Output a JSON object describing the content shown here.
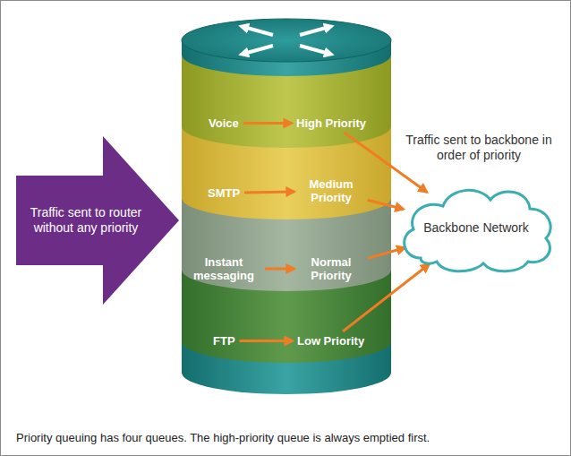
{
  "diagram": {
    "caption": "Priority queuing has four queues. The high-priority queue is always emptied first.",
    "nodes": [
      {
        "text": [
          "Traffic sent to router without any priority"
        ]
      },
      {
        "text": [
          "Voice"
        ]
      },
      {
        "text": [
          "High Priority"
        ]
      },
      {
        "text": [
          "SMTP"
        ]
      },
      {
        "text": [
          "Medium Priority"
        ]
      },
      {
        "text": [
          "Instant messaging"
        ]
      },
      {
        "text": [
          "Normal Priority"
        ]
      },
      {
        "text": [
          "FTP"
        ]
      },
      {
        "text": [
          "Low Priority"
        ]
      },
      {
        "text": [
          "Backbone Network"
        ]
      }
    ],
    "edges": [
      {
        "from": 1,
        "to": 2,
        "arrow": "to"
      },
      {
        "from": 3,
        "to": 4,
        "arrow": "to"
      },
      {
        "from": 5,
        "to": 6,
        "arrow": "to"
      },
      {
        "from": 7,
        "to": 8,
        "arrow": "to"
      },
      {
        "from": 2,
        "to": 9,
        "arrow": "to"
      },
      {
        "from": 4,
        "to": 9,
        "arrow": "to"
      },
      {
        "from": 6,
        "to": 9,
        "arrow": "to"
      },
      {
        "from": 8,
        "to": 9,
        "arrow": "to"
      }
    ],
    "labels": [
      "Traffic sent to backbone in order of priority"
    ]
  }
}
